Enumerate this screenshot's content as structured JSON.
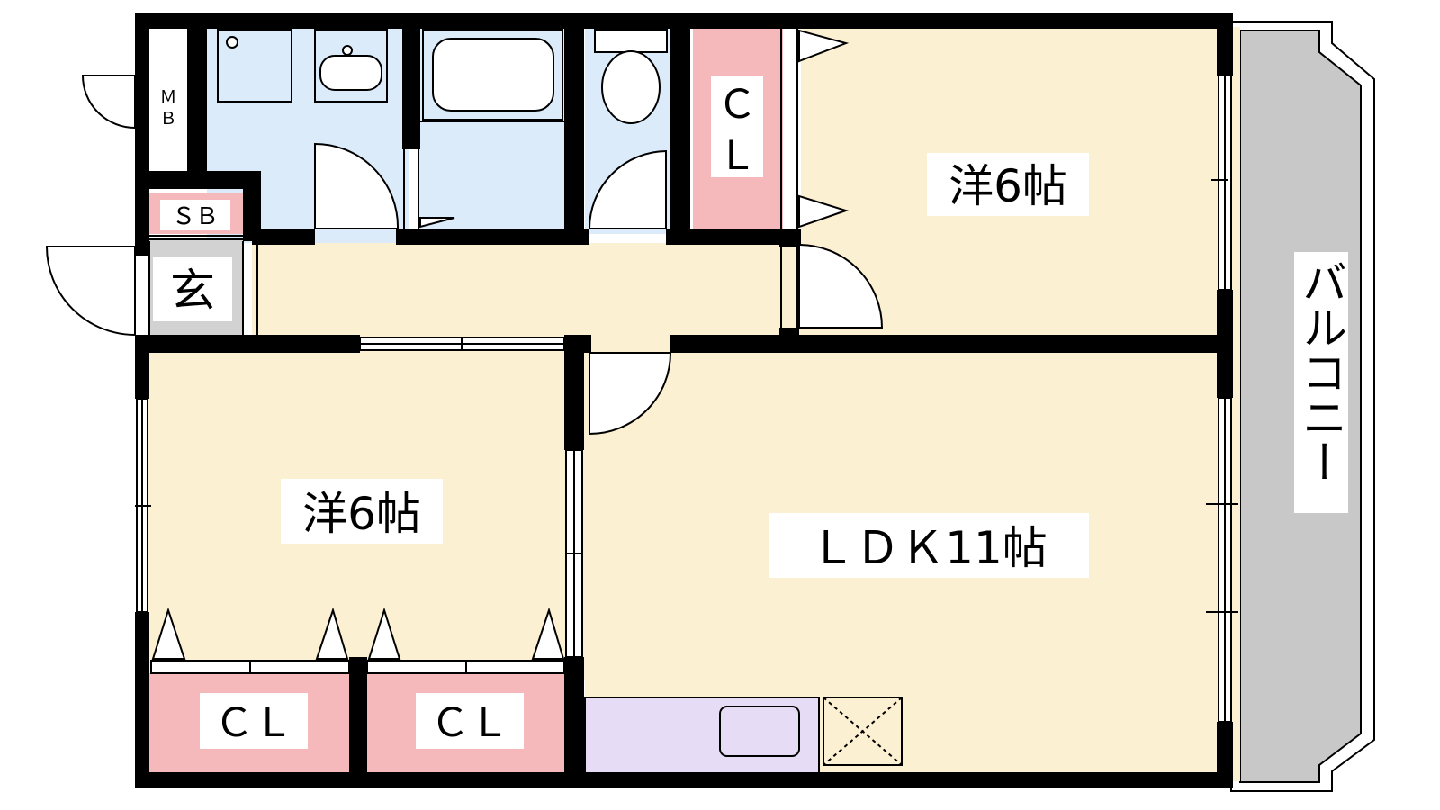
{
  "floor_plan": {
    "rooms": {
      "western_room_top": {
        "label": "洋6帖"
      },
      "western_room_left": {
        "label": "洋6帖"
      },
      "ldk": {
        "label": "ＬＤＫ11帖"
      },
      "closet_top": {
        "label_line1": "Ｃ",
        "label_line2": "Ｌ"
      },
      "closet_bottom_left": {
        "label": "ＣＬ"
      },
      "closet_bottom_right": {
        "label": "ＣＬ"
      },
      "shoe_box": {
        "label": "ＳＢ"
      },
      "entrance": {
        "label": "玄"
      },
      "meter_box": {
        "label_line1": "Ｍ",
        "label_line2": "Ｂ"
      },
      "balcony": {
        "label": "バルコニー"
      }
    },
    "colors": {
      "wall": "#000000",
      "room_floor": "#fcf0d2",
      "wet_area": "#dcebfa",
      "closet": "#f5b9bc",
      "entrance": "#d2d2d2",
      "kitchen": "#e6dcf5",
      "balcony": "#c8c8c8"
    }
  }
}
